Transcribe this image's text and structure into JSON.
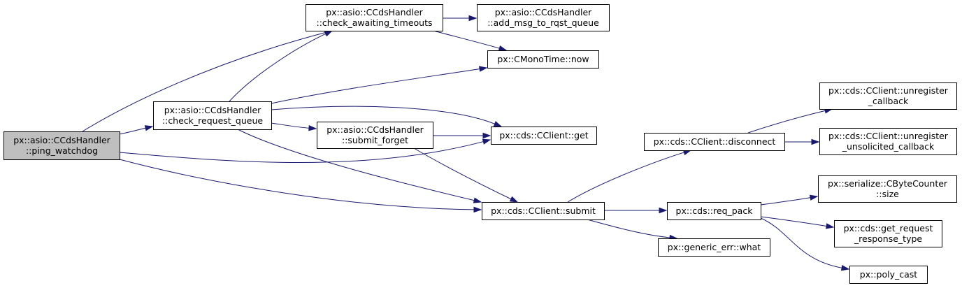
{
  "colors": {
    "edge": "#191970",
    "root_fill": "#bfbfbf",
    "node_fill": "#ffffff",
    "border": "#000000"
  },
  "nodes": [
    {
      "id": "ping_watchdog",
      "lines": [
        "px::asio::CCdsHandler",
        "::ping_watchdog"
      ],
      "root": true
    },
    {
      "id": "check_request_queue",
      "lines": [
        "px::asio::CCdsHandler",
        "::check_request_queue"
      ]
    },
    {
      "id": "check_awaiting_timeouts",
      "lines": [
        "px::asio::CCdsHandler",
        "::check_awaiting_timeouts"
      ]
    },
    {
      "id": "add_msg_to_rqst_queue",
      "lines": [
        "px::asio::CCdsHandler",
        "::add_msg_to_rqst_queue"
      ]
    },
    {
      "id": "now",
      "lines": [
        "px::CMonoTime::now"
      ]
    },
    {
      "id": "submit_forget",
      "lines": [
        "px::asio::CCdsHandler",
        "::submit_forget"
      ]
    },
    {
      "id": "get",
      "lines": [
        "px::cds::CClient::get"
      ]
    },
    {
      "id": "submit",
      "lines": [
        "px::cds::CClient::submit"
      ]
    },
    {
      "id": "disconnect",
      "lines": [
        "px::cds::CClient::disconnect"
      ]
    },
    {
      "id": "unregister_callback",
      "lines": [
        "px::cds::CClient::unregister",
        "_callback"
      ]
    },
    {
      "id": "unregister_unsolicited_callback",
      "lines": [
        "px::cds::CClient::unregister",
        "_unsolicited_callback"
      ]
    },
    {
      "id": "req_pack",
      "lines": [
        "px::cds::req_pack"
      ]
    },
    {
      "id": "size",
      "lines": [
        "px::serialize::CByteCounter",
        "::size"
      ]
    },
    {
      "id": "get_request_response_type",
      "lines": [
        "px::cds::get_request",
        "_response_type"
      ]
    },
    {
      "id": "generic_err_what",
      "lines": [
        "px::generic_err::what"
      ]
    },
    {
      "id": "poly_cast",
      "lines": [
        "px::poly_cast"
      ]
    }
  ],
  "edges": [
    [
      "ping_watchdog",
      "check_request_queue"
    ],
    [
      "ping_watchdog",
      "check_awaiting_timeouts"
    ],
    [
      "ping_watchdog",
      "get"
    ],
    [
      "ping_watchdog",
      "submit"
    ],
    [
      "check_request_queue",
      "check_awaiting_timeouts"
    ],
    [
      "check_request_queue",
      "now"
    ],
    [
      "check_request_queue",
      "get"
    ],
    [
      "check_request_queue",
      "submit_forget"
    ],
    [
      "check_request_queue",
      "submit"
    ],
    [
      "check_awaiting_timeouts",
      "add_msg_to_rqst_queue"
    ],
    [
      "check_awaiting_timeouts",
      "now"
    ],
    [
      "submit_forget",
      "get"
    ],
    [
      "submit_forget",
      "submit"
    ],
    [
      "submit",
      "disconnect"
    ],
    [
      "submit",
      "req_pack"
    ],
    [
      "submit",
      "generic_err_what"
    ],
    [
      "disconnect",
      "unregister_callback"
    ],
    [
      "disconnect",
      "unregister_unsolicited_callback"
    ],
    [
      "req_pack",
      "size"
    ],
    [
      "req_pack",
      "get_request_response_type"
    ],
    [
      "req_pack",
      "poly_cast"
    ]
  ]
}
